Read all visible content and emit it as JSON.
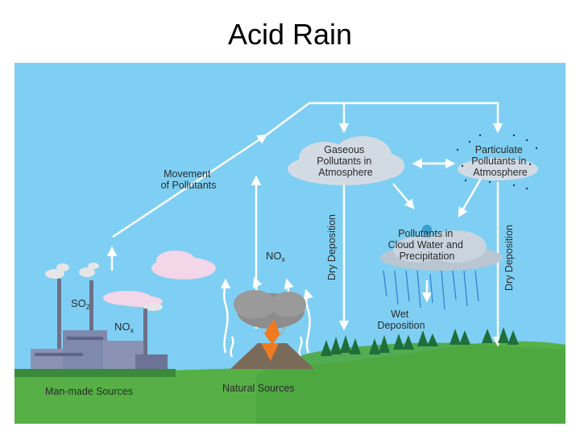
{
  "title": "Acid Rain",
  "labels": {
    "movement": [
      "Movement",
      "of Pollutants"
    ],
    "gaseous": [
      "Gaseous",
      "Pollutants in",
      "Atmosphere"
    ],
    "particulate": [
      "Particulate",
      "Pollutants in",
      "Atmosphere"
    ],
    "cloud_water": [
      "Pollutants in",
      "Cloud Water and",
      "Precipitation"
    ],
    "wet_deposition": [
      "Wet",
      "Deposition"
    ],
    "dry_deposition": "Dry Deposition",
    "nox_main": "NO",
    "nox_sub": "x",
    "so2_main": "SO",
    "so2_sub": "2",
    "nox_factory_main": "NO",
    "nox_factory_sub": "x",
    "man_made": "Man-made Sources",
    "natural": "Natural Sources"
  },
  "colors": {
    "sky": "#7ecff3",
    "ground": "#56b045",
    "ground_dark": "#3f9436",
    "cloud": "#cfd8e0",
    "pink_cloud": "#f3d6e8",
    "arrow": "#ffffff",
    "tree": "#1f6e3b",
    "factory": "#8b93b5",
    "volcano": "#7a6a5a",
    "lava": "#f07a22",
    "rain": "#3a7fd0"
  },
  "icons": [
    "factory-icon",
    "volcano-icon",
    "cloud-icon",
    "tree-icon",
    "rain-icon"
  ]
}
